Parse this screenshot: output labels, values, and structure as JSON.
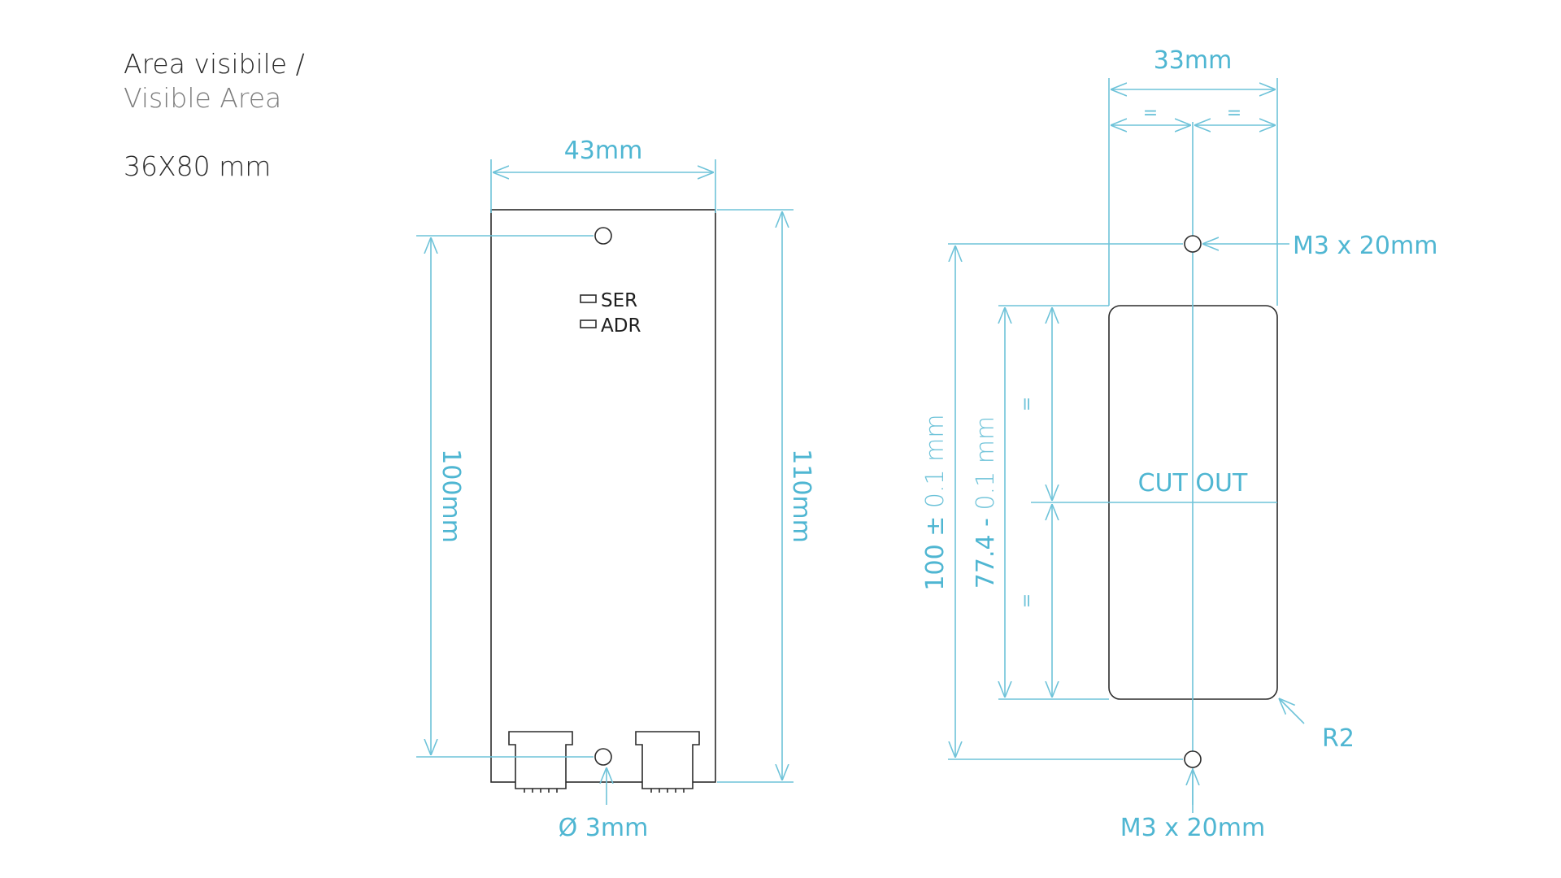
{
  "header": {
    "title_it": "Area visibile /",
    "title_en": "Visible Area",
    "visible_size": "36X80 mm"
  },
  "module": {
    "width_label": "43mm",
    "hole_spacing_label": "100mm",
    "height_label": "110mm",
    "hole_diameter_label": "Ø 3mm",
    "led_labels": [
      "SER",
      "ADR"
    ]
  },
  "cutout": {
    "width_label": "33mm",
    "equal_mark": "=",
    "screw_label_top": "M3 x 20mm",
    "screw_label_bottom": "M3 x 20mm",
    "hole_spacing_main": "100 ± ",
    "hole_spacing_tol": "0.1 mm",
    "cutout_height_main": "77.4 - ",
    "cutout_height_tol": "0.1 mm",
    "cutout_label": "CUT OUT",
    "radius_label": "R2"
  },
  "colors": {
    "dimension": "#6ec3d9",
    "outline": "#2b2b2b",
    "text_primary": "#2a2a2a",
    "text_secondary": "#7d7d7d"
  }
}
